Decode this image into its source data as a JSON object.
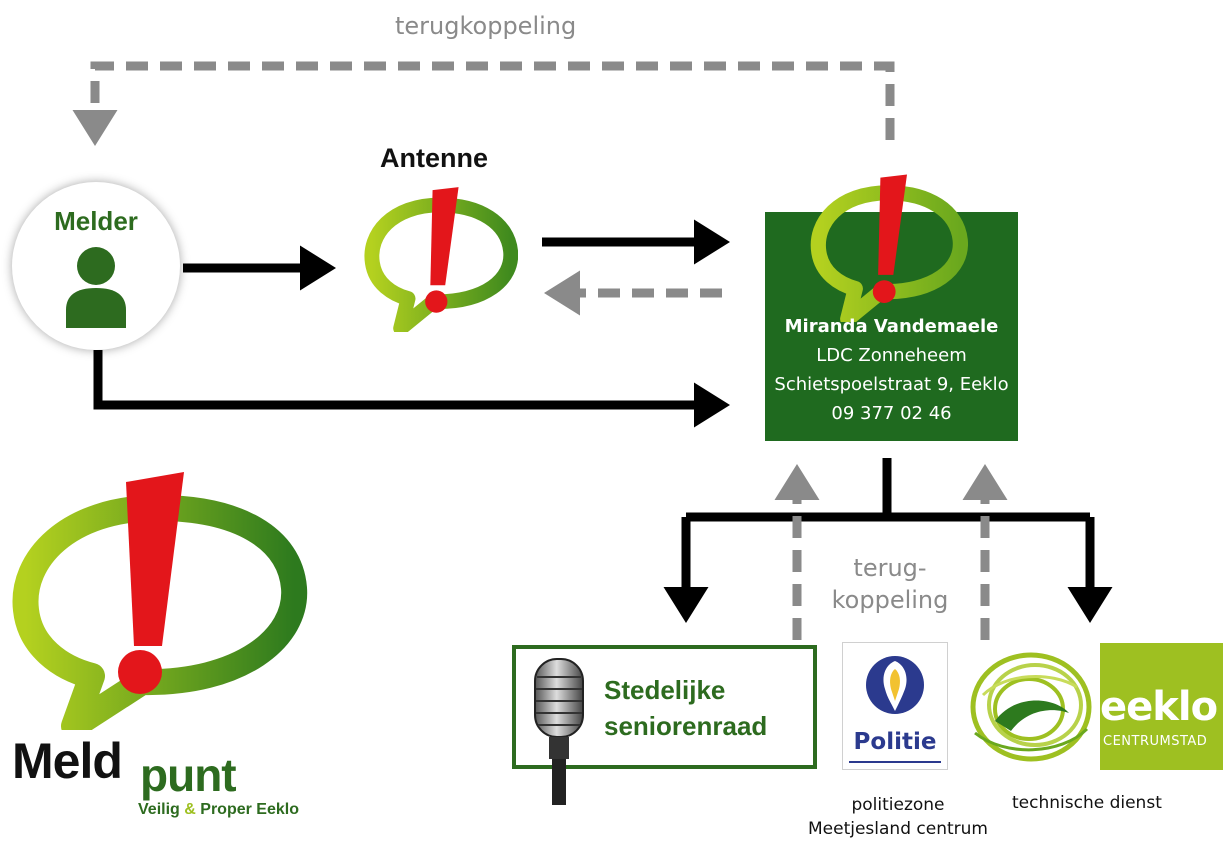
{
  "feedback_top": "terugkoppeling",
  "melder": {
    "label": "Melder"
  },
  "antenne": {
    "label": "Antenne"
  },
  "contact": {
    "name": "Miranda Vandemaele",
    "org": "LDC Zonneheem",
    "address": "Schietspoelstraat 9, Eeklo",
    "phone": "09 377 02 46"
  },
  "feedback_mid": {
    "line1": "terug-",
    "line2": "koppeling"
  },
  "seniorenraad": {
    "line1": "Stedelijke",
    "line2": "seniorenraad"
  },
  "politie": {
    "logo_text": "Politie",
    "caption_line1": "politiezone",
    "caption_line2": "Meetjesland centrum"
  },
  "eeklo": {
    "logo_word": "eeklo",
    "logo_sub": "CENTRUMSTAD",
    "caption": "technische dienst"
  },
  "meldpunt_logo": {
    "meld": "Meld",
    "punt": "punt",
    "veilig": "Veilig",
    "amp": "&",
    "proper": "Proper Eeklo"
  },
  "colors": {
    "dark_green": "#1f6a1f",
    "logo_green": "#2d6b1f",
    "lime": "#9ec021",
    "alert_red": "#e3161b",
    "feedback_gray": "#8a8a8a",
    "politie_blue": "#2b3a8e"
  },
  "icons": [
    "person-icon",
    "alert-speech-bubble-icon",
    "microphone-icon",
    "politie-emblem-icon",
    "eeklo-swirl-icon"
  ]
}
